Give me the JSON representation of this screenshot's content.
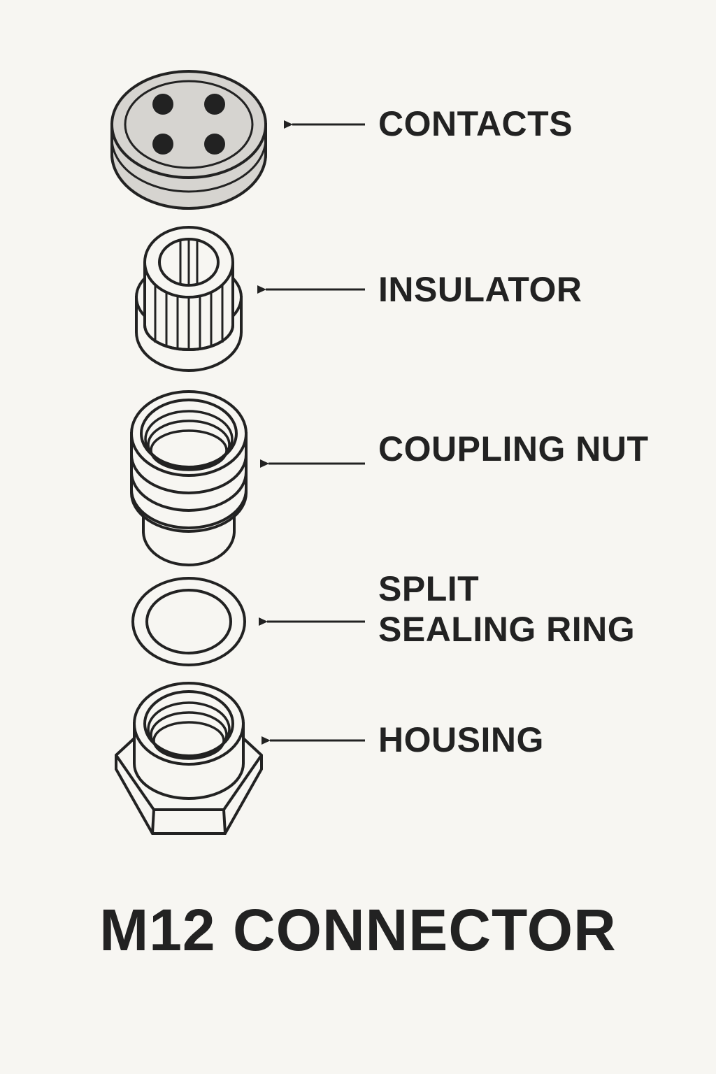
{
  "labels": {
    "contacts": "CONTACTS",
    "insulator": "INSULATOR",
    "coupling_nut": "COUPLING NUT",
    "split_sealing_ring_line1": "SPLIT",
    "split_sealing_ring_line2": "SEALING RING",
    "housing": "HOUSING"
  },
  "title": "M12 CONNECTOR",
  "colors": {
    "background": "#f7f6f2",
    "line": "#222222",
    "contact_face": "#d6d4d0"
  },
  "icons": [
    "contacts-disc-icon",
    "insulator-icon",
    "coupling-nut-icon",
    "sealing-ring-icon",
    "housing-hex-icon",
    "arrow-left-icon"
  ]
}
